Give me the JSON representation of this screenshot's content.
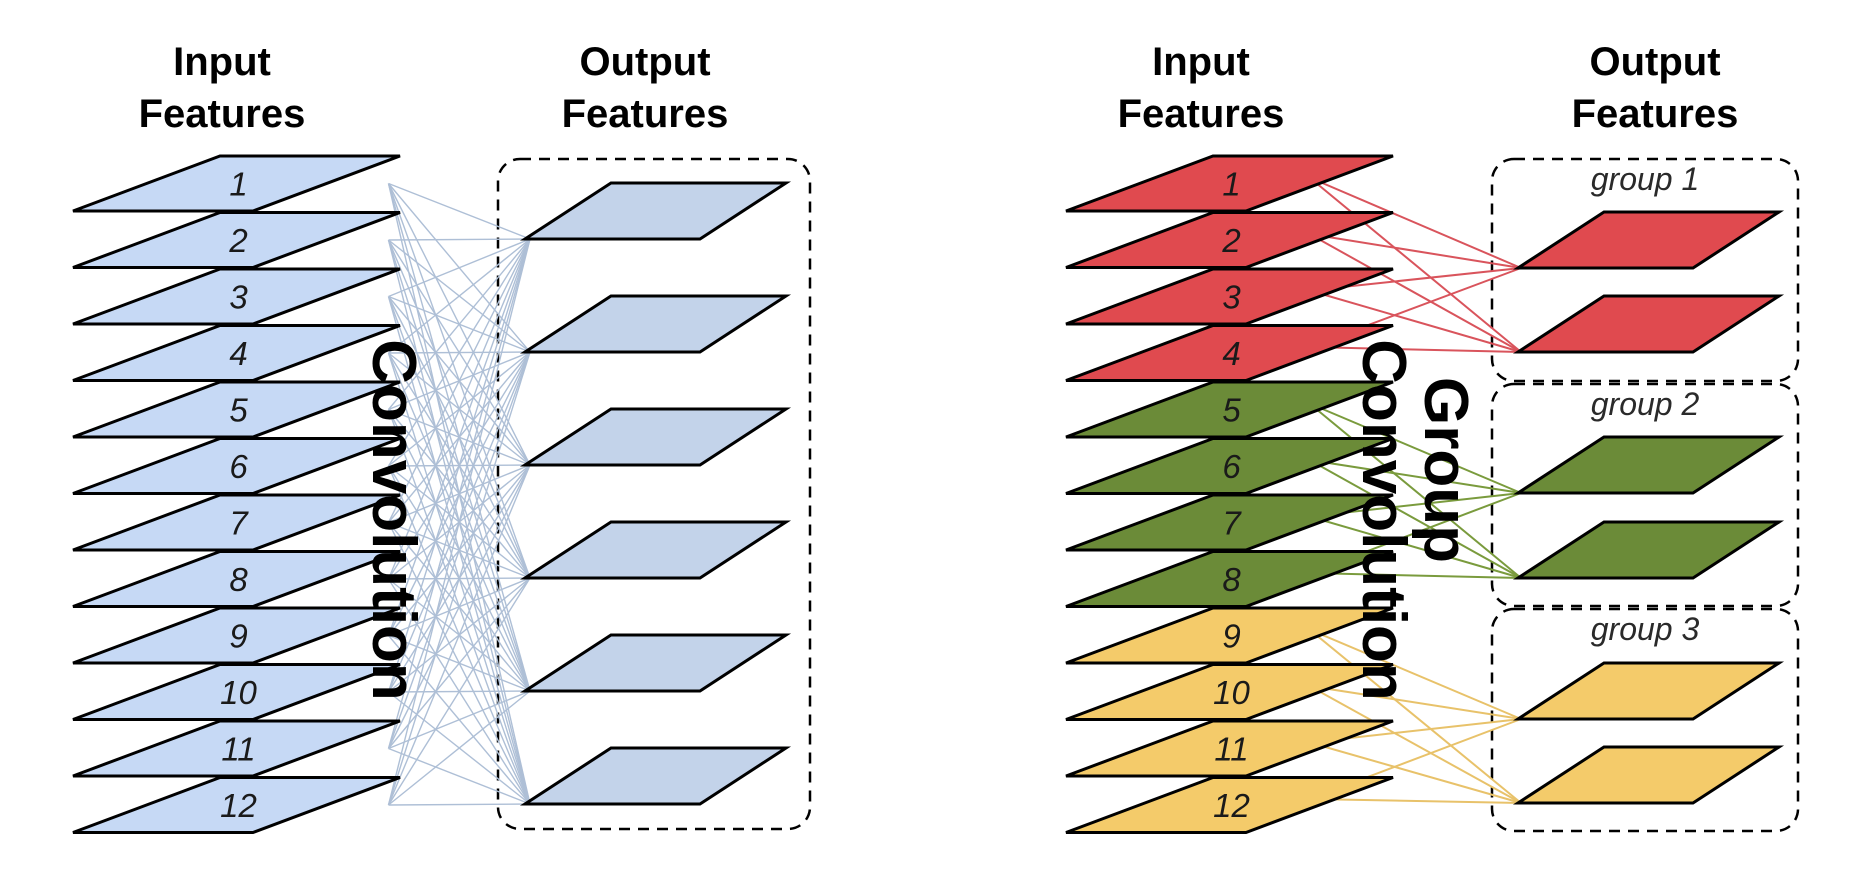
{
  "left_panel": {
    "input_header": [
      "Input",
      "Features"
    ],
    "output_header": [
      "Output",
      "Features"
    ],
    "rotated_label": "Convolution",
    "input_labels": [
      "1",
      "2",
      "3",
      "4",
      "5",
      "6",
      "7",
      "8",
      "9",
      "10",
      "11",
      "12"
    ],
    "output_count": 6,
    "input_color": "#c6d9f5",
    "output_color": "#c3d3ea",
    "line_color": "#aebfd6"
  },
  "right_panel": {
    "input_header": [
      "Input",
      "Features"
    ],
    "output_header": [
      "Output",
      "Features"
    ],
    "rotated_label_1": "Group",
    "rotated_label_2": "Convolution",
    "input_labels": [
      "1",
      "2",
      "3",
      "4",
      "5",
      "6",
      "7",
      "8",
      "9",
      "10",
      "11",
      "12"
    ],
    "groups": [
      {
        "label": "group 1",
        "color": "#e04a4f",
        "line_color": "#d9545c",
        "inputs": [
          1,
          2,
          3,
          4
        ],
        "outputs": 2
      },
      {
        "label": "group 2",
        "color": "#6b8b38",
        "line_color": "#7a9b3d",
        "inputs": [
          5,
          6,
          7,
          8
        ],
        "outputs": 2
      },
      {
        "label": "group 3",
        "color": "#f4cb6a",
        "line_color": "#e8c26a",
        "inputs": [
          9,
          10,
          11,
          12
        ],
        "outputs": 2
      }
    ]
  }
}
